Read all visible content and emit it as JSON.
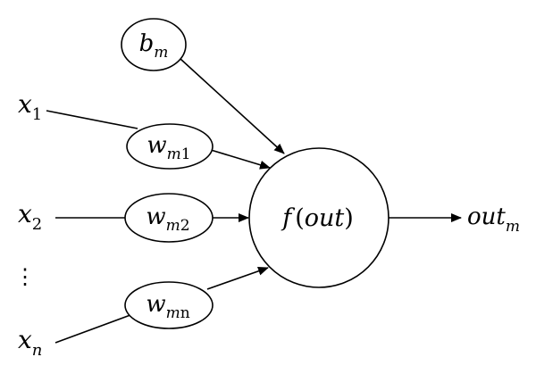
{
  "inputs": [
    {
      "symbol": "x",
      "subscript": "1"
    },
    {
      "symbol": "x",
      "subscript": "2"
    },
    {
      "symbol": "x",
      "subscript": "n"
    }
  ],
  "vertical_ellipsis": "⋮",
  "bias": {
    "symbol": "b",
    "subscript": "m"
  },
  "weights": [
    {
      "symbol": "w",
      "subscript_var": "m",
      "subscript_idx": "1"
    },
    {
      "symbol": "w",
      "subscript_var": "m",
      "subscript_idx": "2"
    },
    {
      "symbol": "w",
      "subscript_var": "m",
      "subscript_idx": "n"
    }
  ],
  "neuron": {
    "func": "f",
    "open": "(",
    "arg": "out",
    "close": ")"
  },
  "output": {
    "symbol": "out",
    "subscript": "m"
  }
}
